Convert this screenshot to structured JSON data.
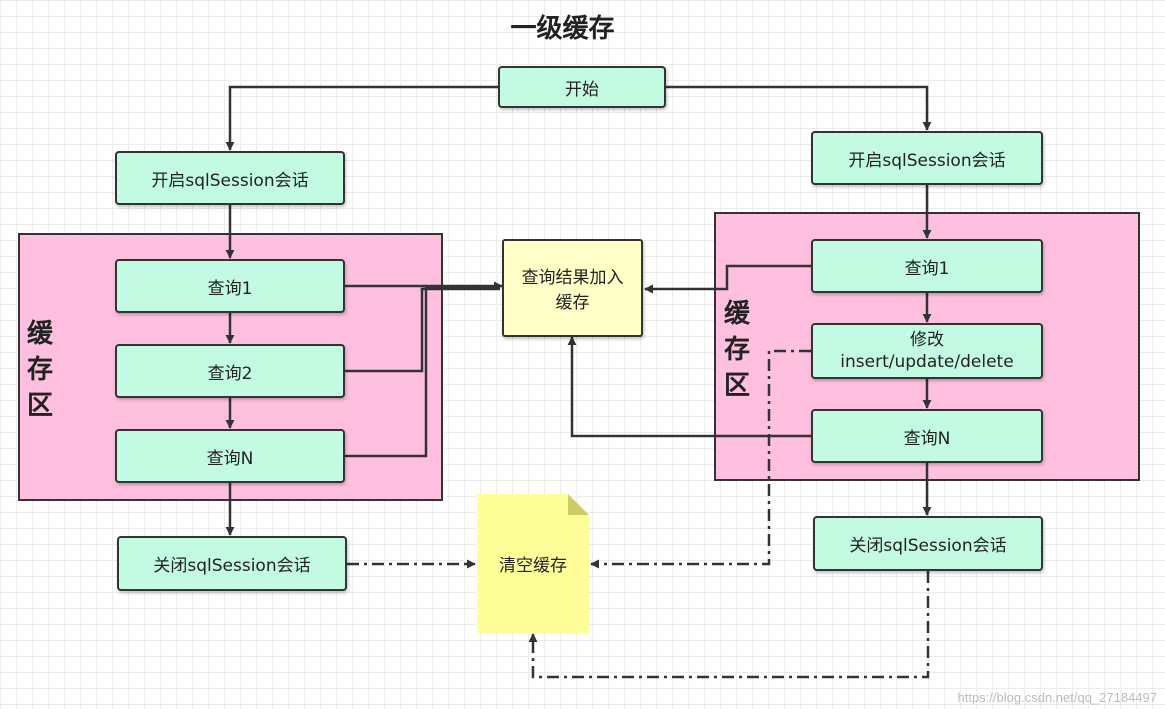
{
  "title": "一级缓存",
  "nodes": {
    "start": "开始",
    "left_open": "开启sqlSession会话",
    "left_q1": "查询1",
    "left_q2": "查询2",
    "left_qn": "查询N",
    "left_close": "关闭sqlSession会话",
    "center_add_line1": "查询结果加入",
    "center_add_line2": "缓存",
    "clear_cache": "清空缓存",
    "right_open": "开启sqlSession会话",
    "right_q1": "查询1",
    "right_modify_line1": "修改",
    "right_modify_line2": "insert/update/delete",
    "right_qn": "查询N",
    "right_close": "关闭sqlSession会话"
  },
  "regions": {
    "left_label": [
      "缓",
      "存",
      "区"
    ],
    "right_label": [
      "缓",
      "存",
      "区"
    ]
  },
  "colors": {
    "node_fill": "#c2fbe2",
    "region_fill": "#ffc0df",
    "cache_fill": "#ffffc8",
    "note_fill": "#ffff99",
    "stroke": "#333333"
  },
  "watermark": "https://blog.csdn.net/qq_27184497"
}
